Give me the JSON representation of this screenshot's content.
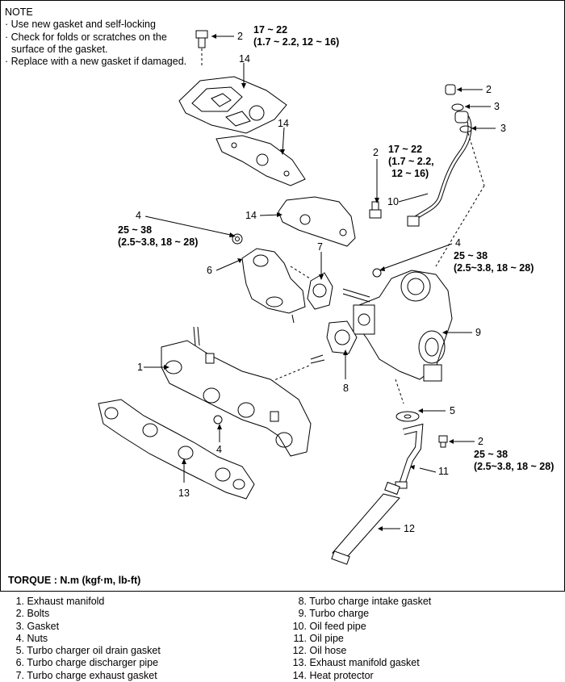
{
  "note": {
    "title": "NOTE",
    "lines": [
      "· Use new gasket and self-locking",
      "· Check for folds or scratches on the",
      "  surface of the gasket.",
      "· Replace with a new gasket if damaged."
    ]
  },
  "callouts": {
    "c2_top": "2",
    "c14_a": "14",
    "c14_b": "14",
    "c14_c": "14",
    "c2_oil": "2",
    "c3_a": "3",
    "c3_b": "3",
    "c2_mid": "2",
    "c10": "10",
    "c4_left": "4",
    "c7": "7",
    "c6": "6",
    "c4_right": "4",
    "c9": "9",
    "c1": "1",
    "c8": "8",
    "c5": "5",
    "c2_bottom": "2",
    "c11": "11",
    "c4_bottom": "4",
    "c13": "13",
    "c12": "12"
  },
  "torques": {
    "top": [
      "17 ~ 22",
      "(1.7 ~ 2.2, 12 ~ 16)"
    ],
    "mid": [
      "17 ~ 22",
      "(1.7 ~ 2.2,",
      "12 ~ 16)"
    ],
    "left": [
      "25 ~ 38",
      "(2.5~3.8, 18 ~ 28)"
    ],
    "right": [
      "25 ~ 38",
      "(2.5~3.8, 18 ~ 28)"
    ],
    "bottom": [
      "25 ~ 38",
      "(2.5~3.8, 18 ~ 28)"
    ]
  },
  "torque_unit_label": "TORQUE : N.m (kgf·m, lb-ft)",
  "legend_left": [
    {
      "num": "1.",
      "label": "Exhaust manifold"
    },
    {
      "num": "2.",
      "label": "Bolts"
    },
    {
      "num": "3.",
      "label": "Gasket"
    },
    {
      "num": "4.",
      "label": "Nuts"
    },
    {
      "num": "5.",
      "label": "Turbo charger oil drain gasket"
    },
    {
      "num": "6.",
      "label": "Turbo charge discharger pipe"
    },
    {
      "num": "7.",
      "label": "Turbo charge exhaust gasket"
    }
  ],
  "legend_right": [
    {
      "num": "8.",
      "label": "Turbo charge intake gasket"
    },
    {
      "num": "9.",
      "label": "Turbo charge"
    },
    {
      "num": "10.",
      "label": "Oil feed pipe"
    },
    {
      "num": "11.",
      "label": "Oil pipe"
    },
    {
      "num": "12.",
      "label": "Oil hose"
    },
    {
      "num": "13.",
      "label": "Exhaust manifold gasket"
    },
    {
      "num": "14.",
      "label": "Heat protector"
    }
  ]
}
